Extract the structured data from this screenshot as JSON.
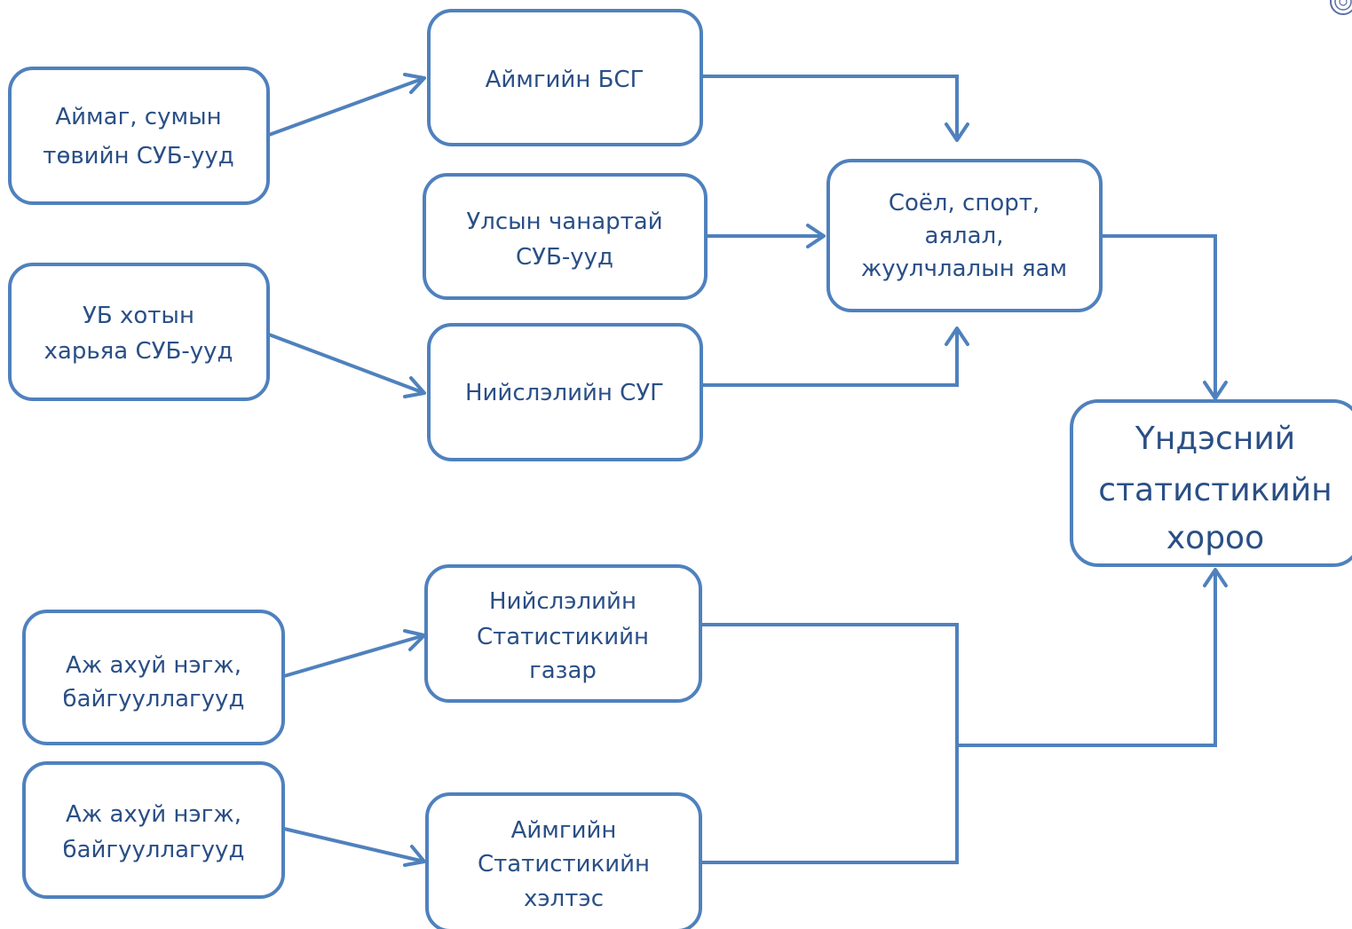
{
  "colors": {
    "line": "#4f81bd",
    "text": "#2a4f86",
    "background": "#ffffff"
  },
  "nodes": {
    "aimag_sum_sub": [
      "Аймаг, сумын",
      "төвийн СУБ-ууд"
    ],
    "ub_sub": [
      "УБ хотын",
      "харьяа СУБ-ууд"
    ],
    "aimag_bsg": [
      "Аймгийн БСГ"
    ],
    "ulsyn_sub": [
      "Улсын чанартай",
      "СУБ-ууд"
    ],
    "niislel_sug": [
      "Нийслэлийн  СУГ"
    ],
    "ministry": [
      "Соёл, спорт,",
      "аялал,",
      "жуулчлалын яам"
    ],
    "nso": [
      "Үндэсний",
      "статистикийн",
      "хороо"
    ],
    "niislel_stat": [
      "Нийслэлийн",
      "Статистикийн",
      "газар"
    ],
    "aimag_stat": [
      "Аймгийн",
      "Статистикийн",
      "хэлтэс"
    ],
    "business_1": [
      "Аж ахуй нэгж,",
      "байгууллагууд"
    ],
    "business_2": [
      "Аж ахуй нэгж,",
      "байгууллагууд"
    ]
  },
  "edges": [
    {
      "from": "aimag_sum_sub",
      "to": "aimag_bsg"
    },
    {
      "from": "ub_sub",
      "to": "niislel_sug"
    },
    {
      "from": "aimag_bsg",
      "to": "ministry"
    },
    {
      "from": "ulsyn_sub",
      "to": "ministry"
    },
    {
      "from": "niislel_sug",
      "to": "ministry"
    },
    {
      "from": "ministry",
      "to": "nso"
    },
    {
      "from": "business_1",
      "to": "niislel_stat"
    },
    {
      "from": "business_2",
      "to": "aimag_stat"
    },
    {
      "from": "niislel_stat",
      "to": "nso"
    },
    {
      "from": "aimag_stat",
      "to": "nso"
    }
  ],
  "icons": {
    "corner": "emblem-icon"
  }
}
